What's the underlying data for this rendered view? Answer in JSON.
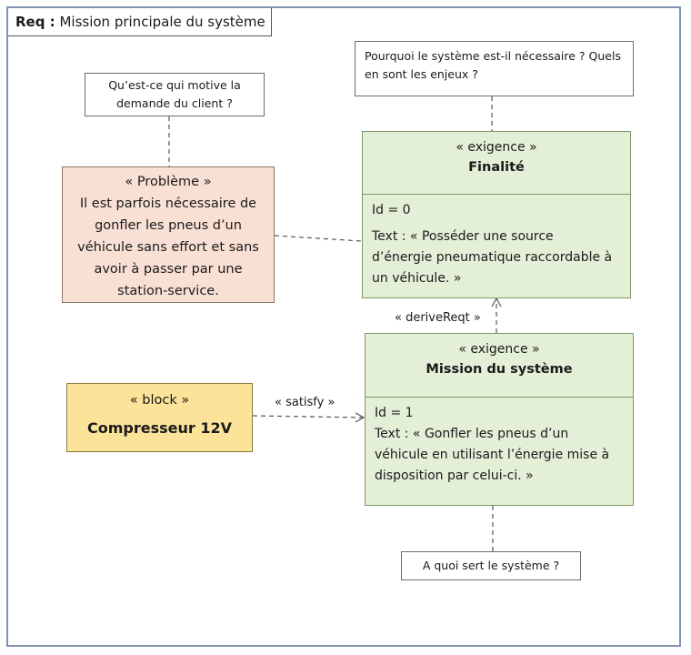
{
  "diagram": {
    "frame_keyword": "Req :",
    "frame_title": "Mission principale du système"
  },
  "notes": {
    "client": [
      "Qu’est-ce qui motive la",
      "demande du client ?"
    ],
    "enjeux": [
      "Pourquoi le système est-il nécessaire ? Quels",
      "en sont les enjeux ?"
    ],
    "usage": "A quoi sert le système ?"
  },
  "problem": {
    "stereotype": "« Problème »",
    "lines": [
      "Il est parfois nécessaire de",
      "gonfler les pneus d’un",
      "véhicule sans effort et sans",
      "avoir à passer par une",
      "station-service."
    ]
  },
  "finalite": {
    "stereotype": "« exigence »",
    "name": "Finalité",
    "id": "Id = 0",
    "text_lines": [
      "Text : « Posséder une source",
      "d’énergie pneumatique raccordable à",
      "un véhicule. »"
    ]
  },
  "mission": {
    "stereotype": "« exigence »",
    "name": "Mission du système",
    "id": "Id = 1",
    "text_lines": [
      "Text : « Gonfler les pneus d’un",
      "véhicule en utilisant l’énergie mise à",
      "disposition par celui-ci. »"
    ]
  },
  "block": {
    "stereotype": "« block »",
    "name": "Compresseur 12V"
  },
  "relations": {
    "derive": "« deriveReqt »",
    "satisfy": "« satisfy »"
  },
  "colors": {
    "requirement_fill": "#e4efd8",
    "problem_fill": "#f9e0d4",
    "block_fill": "#fbe39a",
    "frame_border": "#8094b0"
  }
}
